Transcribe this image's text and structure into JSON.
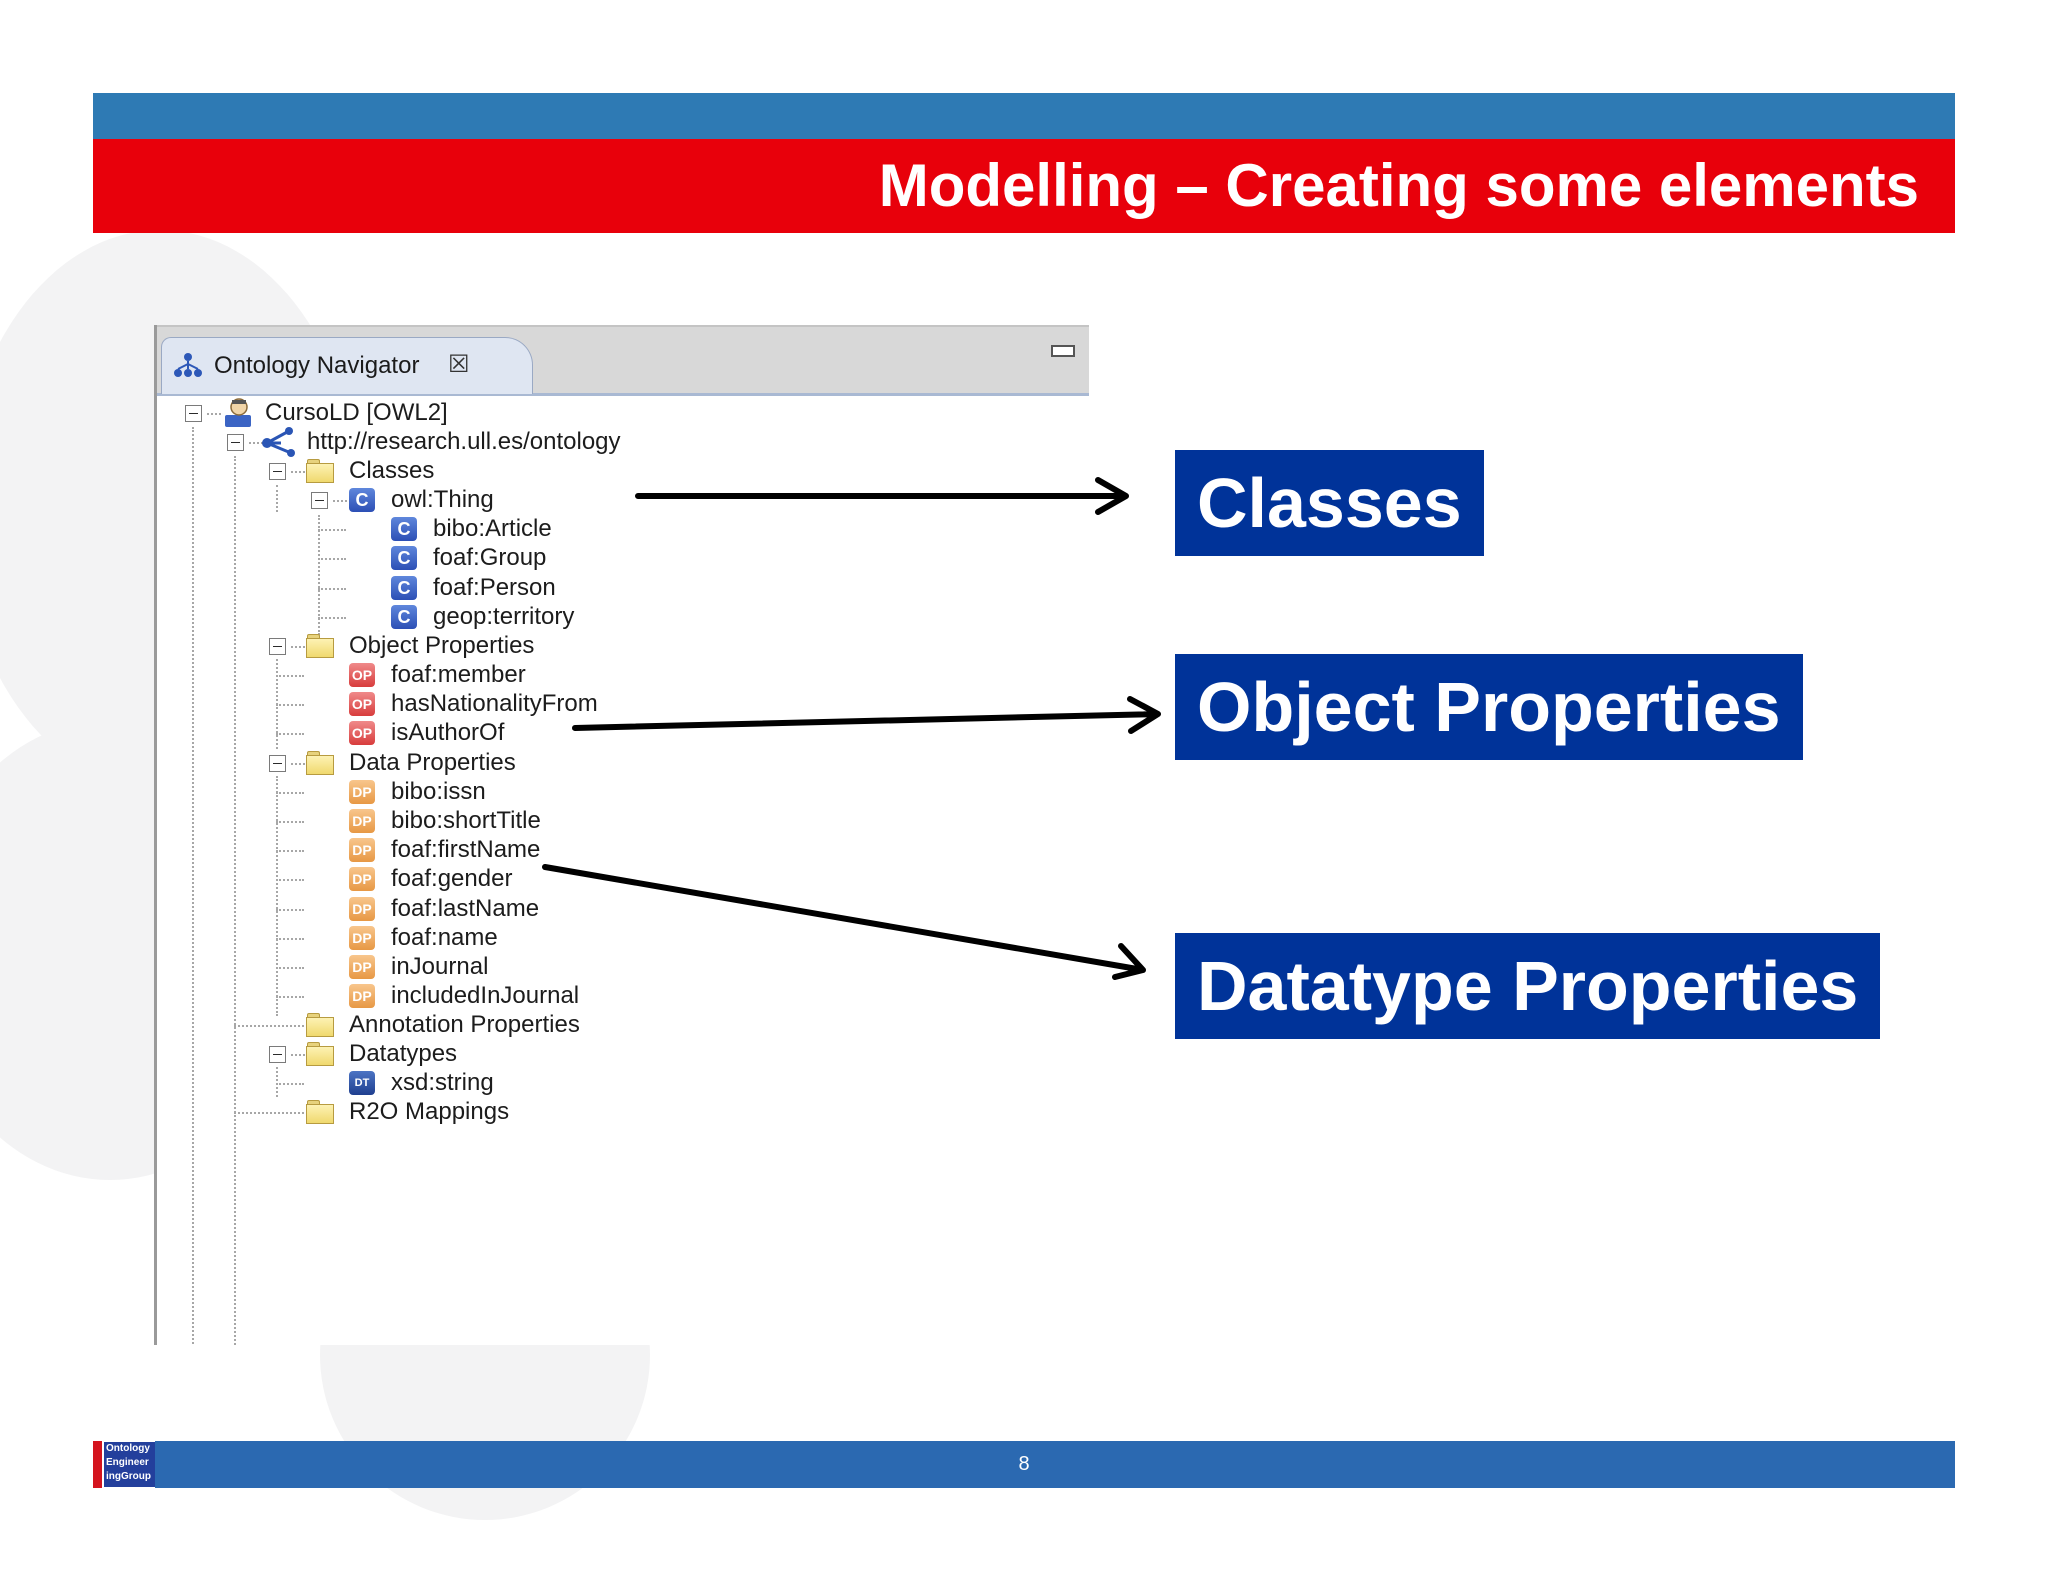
{
  "slide": {
    "title": "Modelling – Creating some elements",
    "page_number": "8",
    "logo_text": [
      "Ontology",
      "Engineer",
      "ingGroup"
    ]
  },
  "colors": {
    "title_bar": "#e8000b",
    "top_band": "#2e7ab4",
    "footer": "#2b69b1",
    "callout": "#003399"
  },
  "navigator": {
    "tab_label": "Ontology Navigator",
    "tab_icon": "ontology-navigator-icon",
    "close_icon": "close-tab-icon",
    "minimize_icon": "minimize-icon",
    "tree": {
      "root": "CursoLD [OWL2]",
      "namespace": "http://research.ull.es/ontology",
      "classes_folder": "Classes",
      "root_class": "owl:Thing",
      "classes": [
        "bibo:Article",
        "foaf:Group",
        "foaf:Person",
        "geop:territory"
      ],
      "object_properties_folder": "Object Properties",
      "object_properties": [
        "foaf:member",
        "hasNationalityFrom",
        "isAuthorOf"
      ],
      "data_properties_folder": "Data Properties",
      "data_properties": [
        "bibo:issn",
        "bibo:shortTitle",
        "foaf:firstName",
        "foaf:gender",
        "foaf:lastName",
        "foaf:name",
        "inJournal",
        "includedInJournal"
      ],
      "annotation_properties_folder": "Annotation Properties",
      "datatypes_folder": "Datatypes",
      "datatypes": [
        "xsd:string"
      ],
      "r2o_folder": "R2O Mappings"
    },
    "badges": {
      "class": "C",
      "object_property": "OP",
      "data_property": "DP",
      "datatype": "DT"
    }
  },
  "callouts": {
    "classes": "Classes",
    "object_properties": "Object Properties",
    "datatype_properties": "Datatype Properties"
  }
}
